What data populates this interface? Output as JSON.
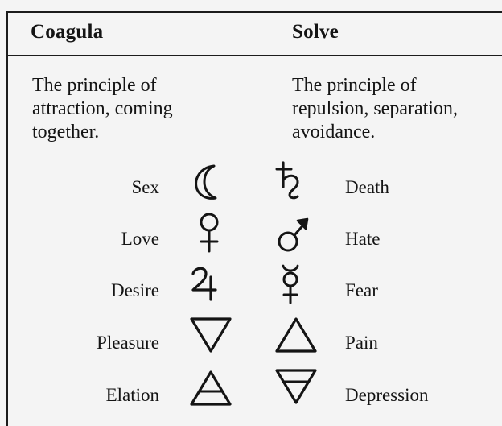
{
  "columns": {
    "left": {
      "header": "Coagula",
      "description": "The principle of\nattraction, coming\ntogether."
    },
    "right": {
      "header": "Solve",
      "description": "The principle of\nrepulsion, separation,\navoidance."
    }
  },
  "rows": [
    {
      "left_label": "Sex",
      "left_symbol": "moon-symbol",
      "right_symbol": "saturn-symbol",
      "right_label": "Death"
    },
    {
      "left_label": "Love",
      "left_symbol": "venus-symbol",
      "right_symbol": "mars-symbol",
      "right_label": "Hate"
    },
    {
      "left_label": "Desire",
      "left_symbol": "jupiter-symbol",
      "right_symbol": "mercury-symbol",
      "right_label": "Fear"
    },
    {
      "left_label": "Pleasure",
      "left_symbol": "water-triangle-symbol",
      "right_symbol": "fire-triangle-symbol",
      "right_label": "Pain"
    },
    {
      "left_label": "Elation",
      "left_symbol": "air-triangle-symbol",
      "right_symbol": "earth-triangle-symbol",
      "right_label": "Depression"
    }
  ]
}
